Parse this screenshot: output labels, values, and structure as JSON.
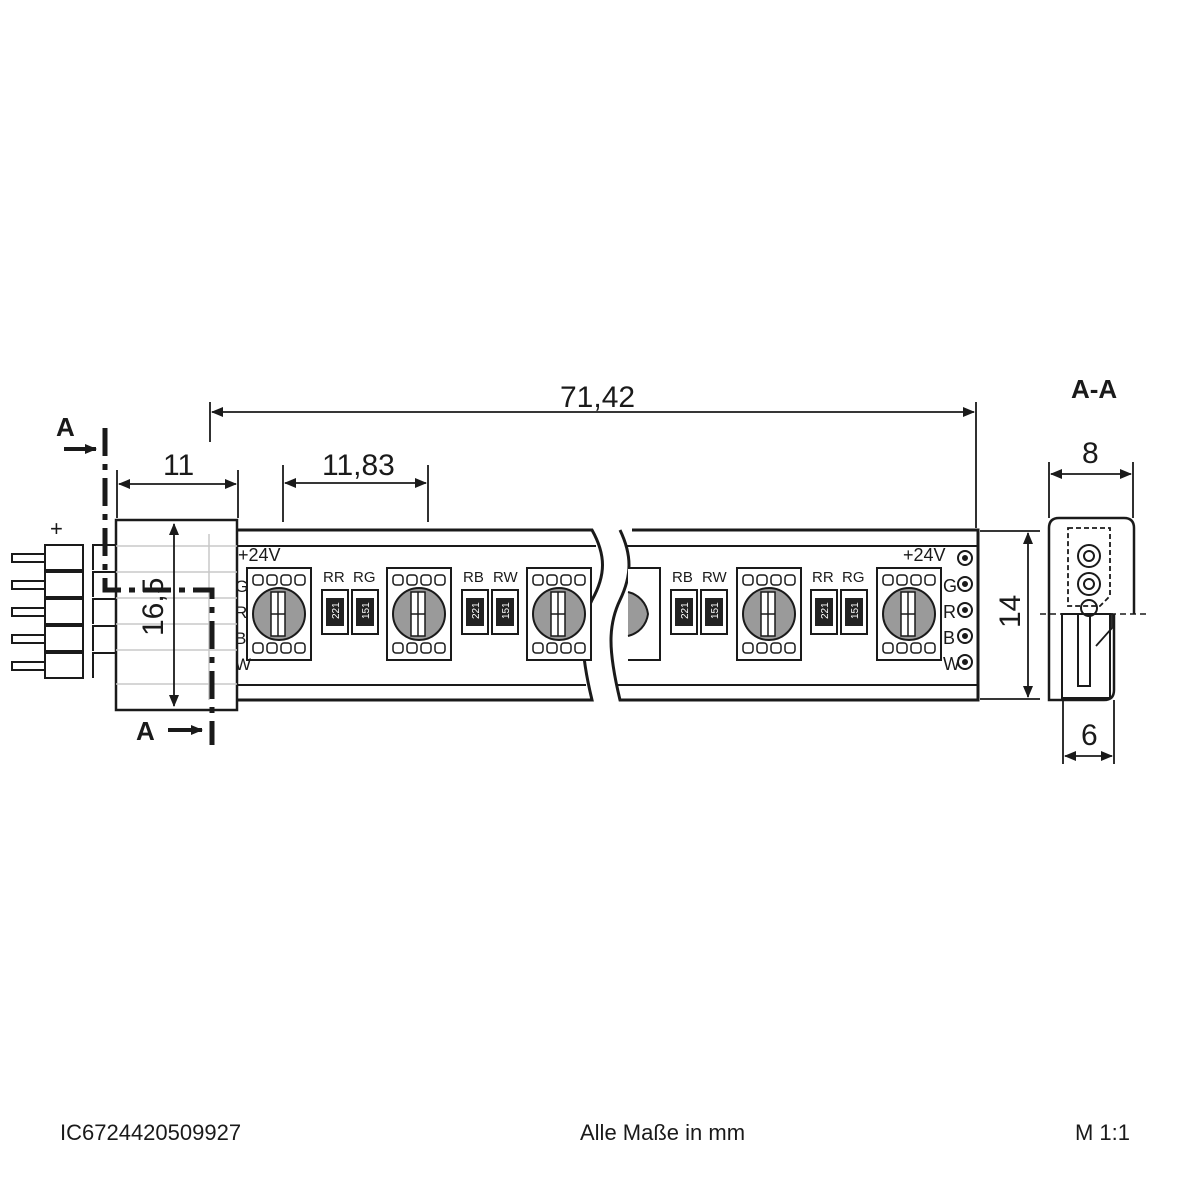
{
  "dimensions": {
    "overall_length": "71,42",
    "connector_length": "11",
    "led_pitch": "11,83",
    "connector_height": "16,5",
    "strip_height": "14",
    "section_width_top": "8",
    "section_width_bottom": "6"
  },
  "section": {
    "title": "A-A",
    "marker": "A"
  },
  "connector": {
    "plus_label": "+"
  },
  "strip_labels": {
    "voltage": "+24V",
    "pins": [
      "G",
      "R",
      "B",
      "W"
    ],
    "resistor_pairs": [
      [
        "RR",
        "RG"
      ],
      [
        "RB",
        "RW"
      ],
      [
        "RB",
        "RW"
      ],
      [
        "RR",
        "RG"
      ]
    ],
    "resistor_values": [
      "221",
      "151"
    ]
  },
  "footer": {
    "part_number": "IC6724420509927",
    "units_note": "Alle Maße in mm",
    "scale": "M 1:1"
  },
  "colors": {
    "line": "#1a1a1a",
    "strip_fill": "#ffffff",
    "led_gray": "#9a9a9a",
    "resistor_fill": "#222222"
  }
}
